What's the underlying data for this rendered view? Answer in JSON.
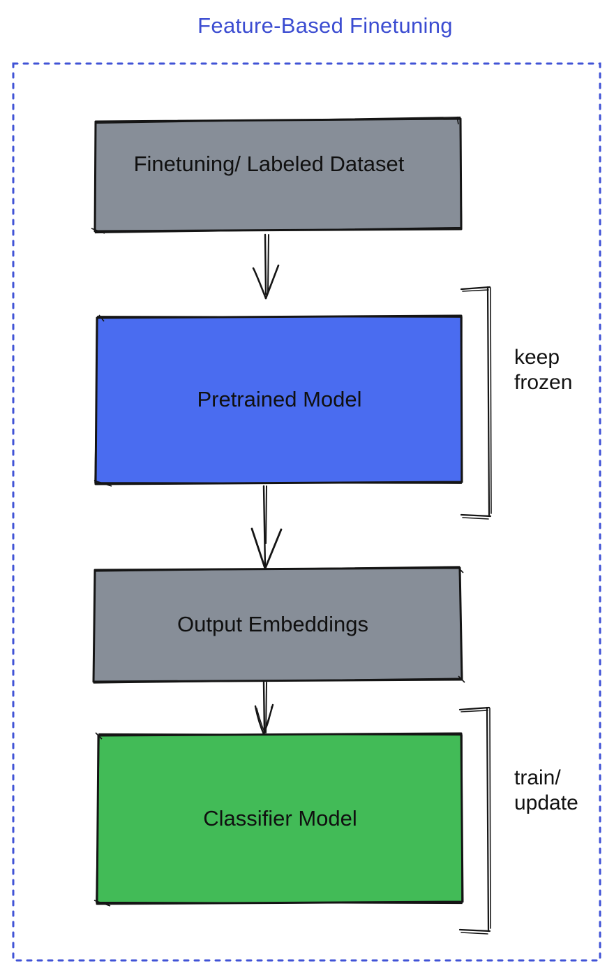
{
  "diagram": {
    "title": "Feature-Based Finetuning",
    "title_color": "#3b4cd1",
    "frame_color": "#4053d6",
    "stroke_color": "#151515"
  },
  "nodes": [
    {
      "id": "finetuning-dataset",
      "label": "Finetuning/ Labeled Dataset",
      "fill": "#878e98"
    },
    {
      "id": "pretrained-model",
      "label": "Pretrained Model",
      "fill": "#4a6cf0"
    },
    {
      "id": "output-embeddings",
      "label": "Output Embeddings",
      "fill": "#878e98"
    },
    {
      "id": "classifier-model",
      "label": "Classifier Model",
      "fill": "#42bb57"
    }
  ],
  "annotations": [
    {
      "id": "keep-frozen",
      "target": "pretrained-model",
      "lines": [
        "keep",
        "frozen"
      ]
    },
    {
      "id": "train-update",
      "target": "classifier-model",
      "lines": [
        "train/",
        "update"
      ]
    }
  ],
  "edges": [
    {
      "from": "finetuning-dataset",
      "to": "pretrained-model"
    },
    {
      "from": "pretrained-model",
      "to": "output-embeddings"
    },
    {
      "from": "output-embeddings",
      "to": "classifier-model"
    }
  ]
}
